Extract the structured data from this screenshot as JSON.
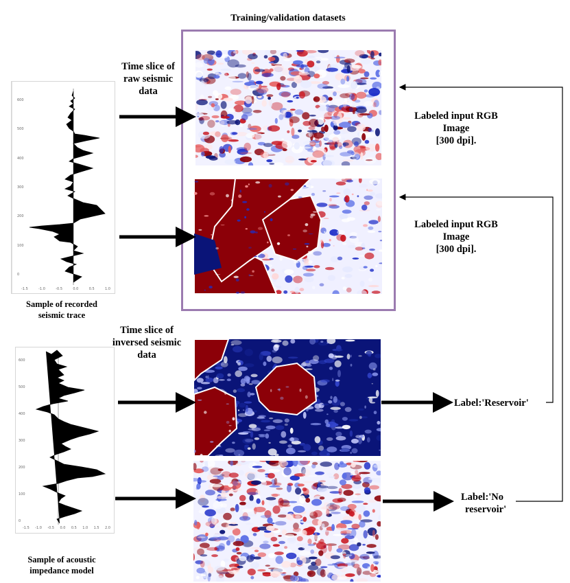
{
  "title": "Training/validation datasets",
  "labels": {
    "raw_slice": [
      "Time slice of",
      "raw seismic",
      "data"
    ],
    "inversed_slice": [
      "Time slice of",
      "inversed seismic",
      "data"
    ],
    "rgb_top": [
      "Labeled input RGB",
      "Image",
      "[300 dpi]."
    ],
    "rgb_bottom": [
      "Labeled input RGB",
      "Image",
      "[300 dpi]."
    ],
    "label_reservoir": "Label:'Reservoir'",
    "label_no_reservoir": [
      "Label:'No",
      "reservoir'"
    ]
  },
  "captions": {
    "recorded_trace": [
      "Sample of recorded",
      "seismic trace"
    ],
    "impedance_model": [
      "Sample of acoustic",
      "impedance model"
    ]
  },
  "trace_top": {
    "y_ticks": [
      "600",
      "500",
      "400",
      "300",
      "200",
      "100",
      "0"
    ],
    "x_ticks": [
      "-1.5",
      "-1.0",
      "-0.5",
      "0.0",
      "0.5",
      "1.0"
    ]
  },
  "trace_bottom": {
    "y_ticks": [
      "600",
      "500",
      "400",
      "300",
      "200",
      "100",
      "0"
    ],
    "x_ticks": [
      "-1.5",
      "-1.0",
      "-0.5",
      "0.0",
      "0.5",
      "1.0",
      "1.5",
      "2.0"
    ]
  },
  "colors": {
    "frame": "#9b7bb0",
    "red": "#c8141e",
    "dark_red": "#8c0008",
    "blue": "#1e2ec8",
    "dark_blue": "#0a1478",
    "arrow": "#000000"
  }
}
